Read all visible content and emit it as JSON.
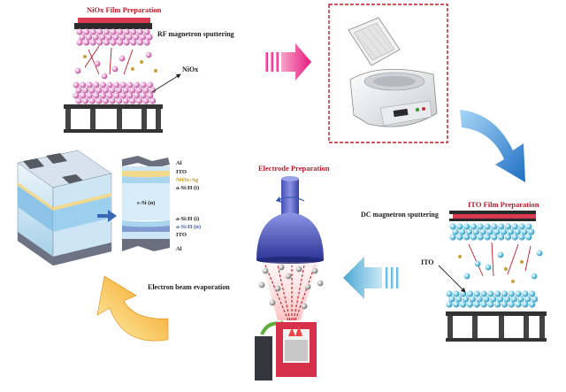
{
  "steps": {
    "nio_title": "NiOx Film Preparation",
    "rf_label": "RF magnetron sputtering",
    "nio_label": "NiOx",
    "electrode_title": "Electrode Preparation",
    "dc_label": "DC magnetron sputtering",
    "ito_title": "ITO Film Preparation",
    "ito_label": "ITO",
    "ebeam_label": "Electron beam evaporation"
  },
  "device_layers": {
    "top": [
      "Al",
      "ITO",
      "NiOx:Ag",
      "a-Si:H (i)"
    ],
    "middle": "c-Si (n)",
    "bottom": [
      "a-Si:H (i)",
      "a-Si:H (n)",
      "ITO",
      "Al"
    ]
  },
  "colors": {
    "title_red": "#c0182a",
    "arrow_magenta": "#e8197f",
    "arrow_blue": "#3f8fd6",
    "arrow_lightblue": "#7ec4e0",
    "arrow_orange": "#f4a21a",
    "nio_sphere": "#e7a0cf",
    "ito_sphere": "#7fd0e8",
    "target_red": "#d93a52"
  }
}
